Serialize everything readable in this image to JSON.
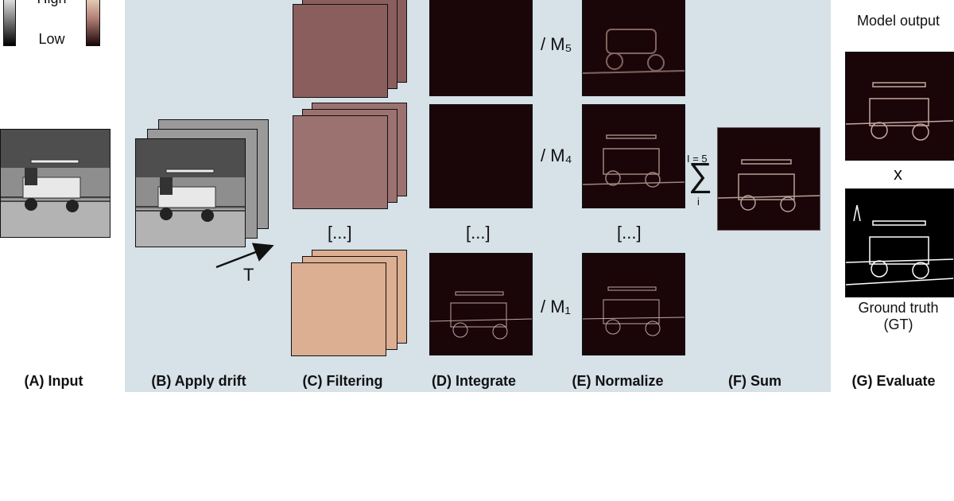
{
  "legend": {
    "high_label": "High",
    "low_label": "Low"
  },
  "panels": {
    "input": "(A) Input",
    "drift": "(B) Apply drift",
    "filtering": "(C) Filtering",
    "integrate": "(D) Integrate",
    "normalize": "(E) Normalize",
    "sum": "(F) Sum",
    "evaluate": "(G) Evaluate"
  },
  "drift_symbol": "T",
  "ellipsis": "[...]",
  "norm_labels": {
    "m5": "/ M₅",
    "m4": "/ M₄",
    "m1": "/ M₁"
  },
  "sum": {
    "upper": "I = 5",
    "symbol": "∑",
    "lower": "i"
  },
  "evaluate": {
    "model_output": "Model output",
    "multiply": "x",
    "ground_truth": "Ground truth (GT)"
  },
  "colors": {
    "panel_background": "#d6e1e8",
    "dark_map": "#1a0608",
    "filter_dark": "#8a5e5c",
    "filter_light": "#dcae92"
  }
}
